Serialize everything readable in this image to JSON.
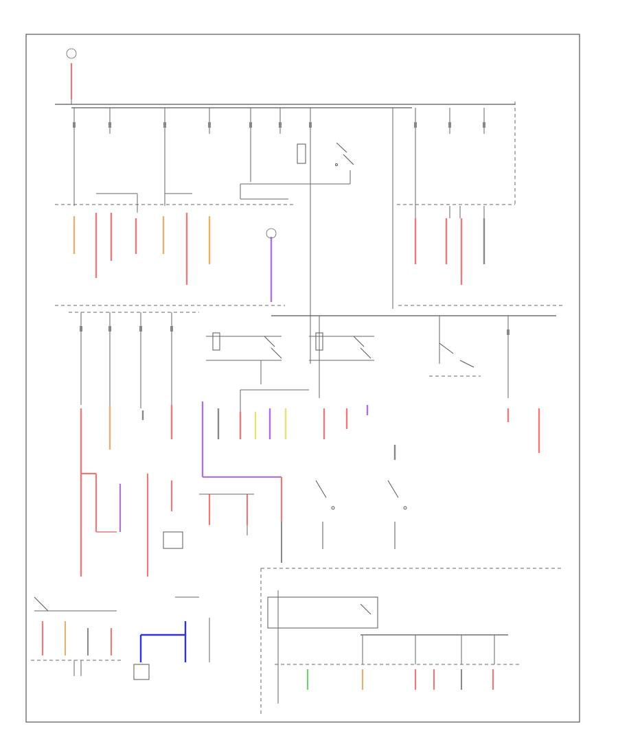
{
  "diagram": {
    "page_label": "",
    "wire_colors": {
      "red": "#ee7777",
      "pink": "#f2a0a0",
      "orange": "#e8b070",
      "purple": "#b070d8",
      "blue": "#3030e0",
      "green": "#70d070",
      "yellow": "#e8e070",
      "gray": "#888888"
    },
    "regions": [
      "power-feed",
      "upper-fuse-panel",
      "right-fuse-box",
      "middle-section",
      "relay-section",
      "lower-left-section",
      "lower-right-fuse-panel"
    ]
  }
}
